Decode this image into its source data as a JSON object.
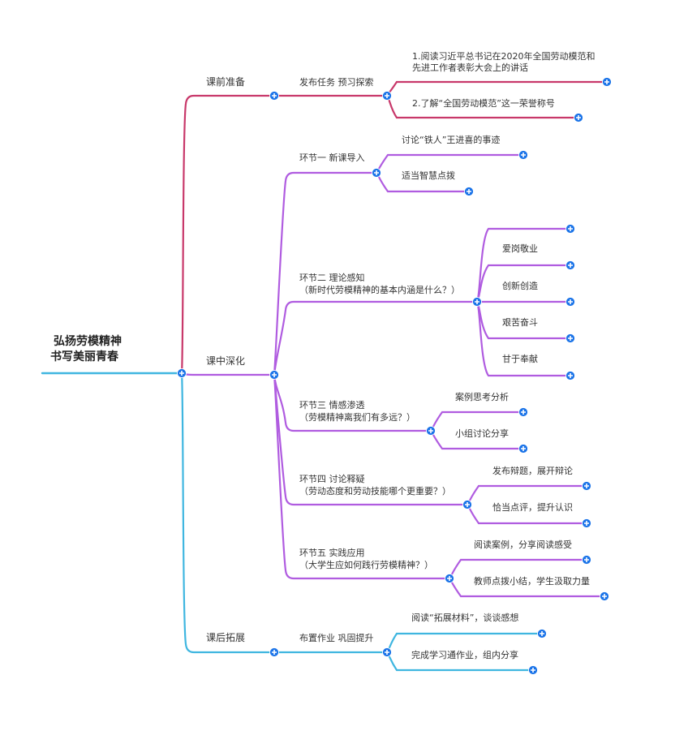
{
  "root": {
    "title_line1": "弘扬劳模精神",
    "title_line2": "书写美丽青春"
  },
  "colors": {
    "root_line": "#3fb6e0",
    "pre_class": "#c8386a",
    "in_class": "#b05ce0",
    "post_class": "#3fb6e0",
    "node_fill": "#1a73e8",
    "node_plus": "#ffffff",
    "text": "#333333"
  },
  "branches": {
    "pre": {
      "label": "课前准备",
      "task": {
        "label": "发布任务 预习探索",
        "items": [
          "1.阅读习近平总书记在2020年全国劳动模范和",
          "先进工作者表彰大会上的讲话",
          "2.了解“全国劳动模范”这一荣誉称号"
        ]
      }
    },
    "in": {
      "label": "课中深化",
      "steps": [
        {
          "title": "环节一 新课导入",
          "subtitle": "",
          "items": [
            "讨论“铁人”王进喜的事迹",
            "适当智慧点拨"
          ]
        },
        {
          "title": "环节二 理论感知",
          "subtitle": "（新时代劳模精神的基本内涵是什么？）",
          "items": [
            "爱岗敬业",
            "创新创造",
            "艰苦奋斗",
            "甘于奉献"
          ]
        },
        {
          "title": "环节三 情感渗透",
          "subtitle": "（劳模精神离我们有多远？）",
          "items": [
            "案例思考分析",
            "小组讨论分享"
          ]
        },
        {
          "title": "环节四 讨论释疑",
          "subtitle": "（劳动态度和劳动技能哪个更重要？）",
          "items": [
            "发布辩题，展开辩论",
            "恰当点评，提升认识"
          ]
        },
        {
          "title": "环节五 实践应用",
          "subtitle": "（大学生应如何践行劳模精神？）",
          "items": [
            "阅读案例，分享阅读感受",
            "教师点拨小结，学生汲取力量"
          ]
        }
      ]
    },
    "post": {
      "label": "课后拓展",
      "task": {
        "label": "布置作业 巩固提升",
        "items": [
          "阅读“拓展材料”，谈谈感想",
          "完成学习通作业，组内分享"
        ]
      }
    }
  },
  "node_icon": "plus-circle-icon"
}
